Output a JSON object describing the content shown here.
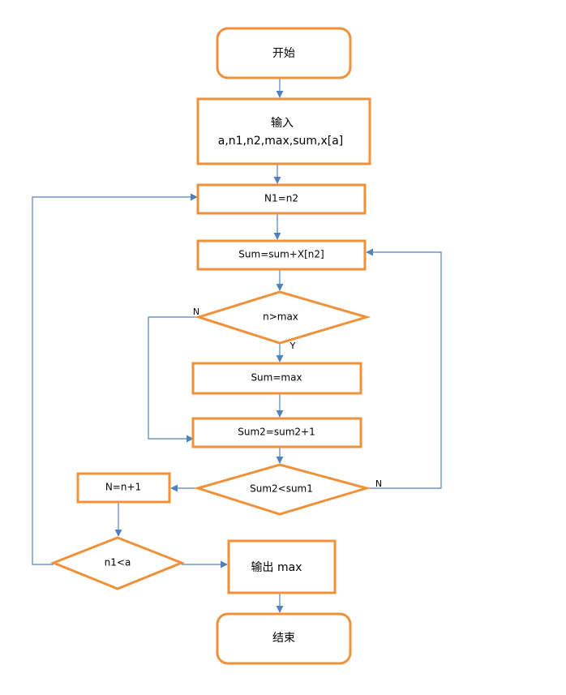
{
  "nodes": {
    "start": "开始",
    "input_title": "输入",
    "input_vars": "a,n1,n2,max,sum,x[a]",
    "assign_n1": "N1=n2",
    "accumulate": "Sum=sum+X[n2]",
    "compare_max": "n>max",
    "set_sum": "Sum=max",
    "inc_sum2": "Sum2=sum2+1",
    "compare_sum": "Sum2<sum1",
    "inc_n": "N=n+1",
    "check_a": "n1<a",
    "output": "输出 max",
    "end": "结束"
  },
  "branches": {
    "compare_max_no": "N",
    "compare_max_yes": "Y",
    "compare_sum_no": "N"
  },
  "colors": {
    "box_stroke": "#F0913A",
    "connector": "#4F81BD"
  }
}
